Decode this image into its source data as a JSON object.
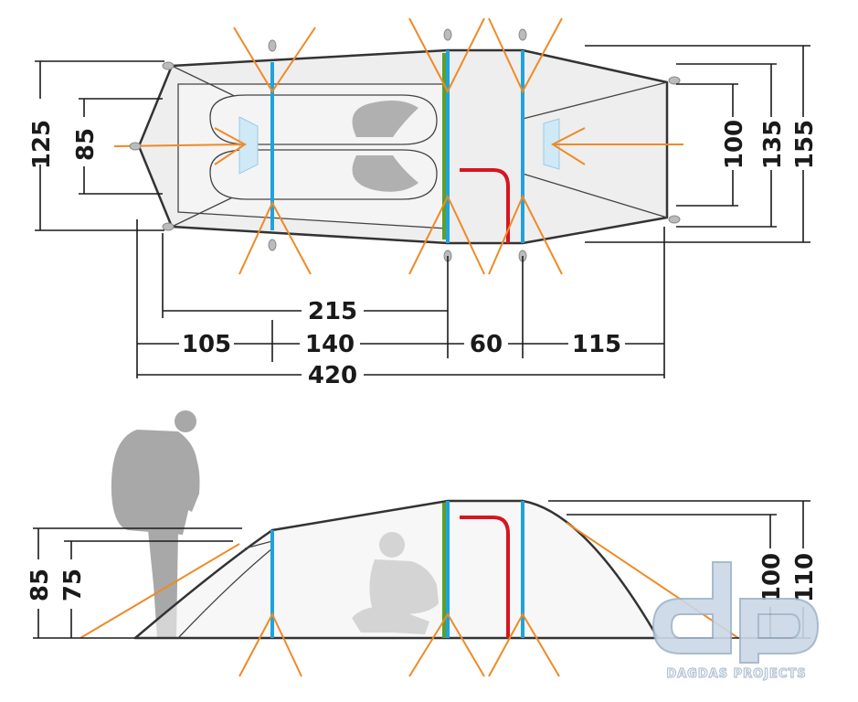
{
  "plan_view": {
    "dimensions": {
      "left_height_outer": "125",
      "left_height_inner": "85",
      "right_height_inner": "100",
      "right_height_mid": "135",
      "right_height_outer": "155",
      "inner_tent_length": "215",
      "segment_front_vestibule": "105",
      "segment_inner": "140",
      "segment_middle": "60",
      "segment_rear_vestibule": "115",
      "total_length": "420"
    }
  },
  "side_view": {
    "dimensions": {
      "left_height_outer": "85",
      "left_height_inner": "75",
      "right_height_inner": "100",
      "right_height_outer": "110"
    }
  },
  "logo": {
    "letters": "dp",
    "company": "DAGDAS PROJECTS"
  },
  "colors": {
    "pole": "#1ea3dc",
    "door_zip": "#d8141f",
    "guy_line": "#ef8a26",
    "center_pole": "#5aa02c"
  }
}
